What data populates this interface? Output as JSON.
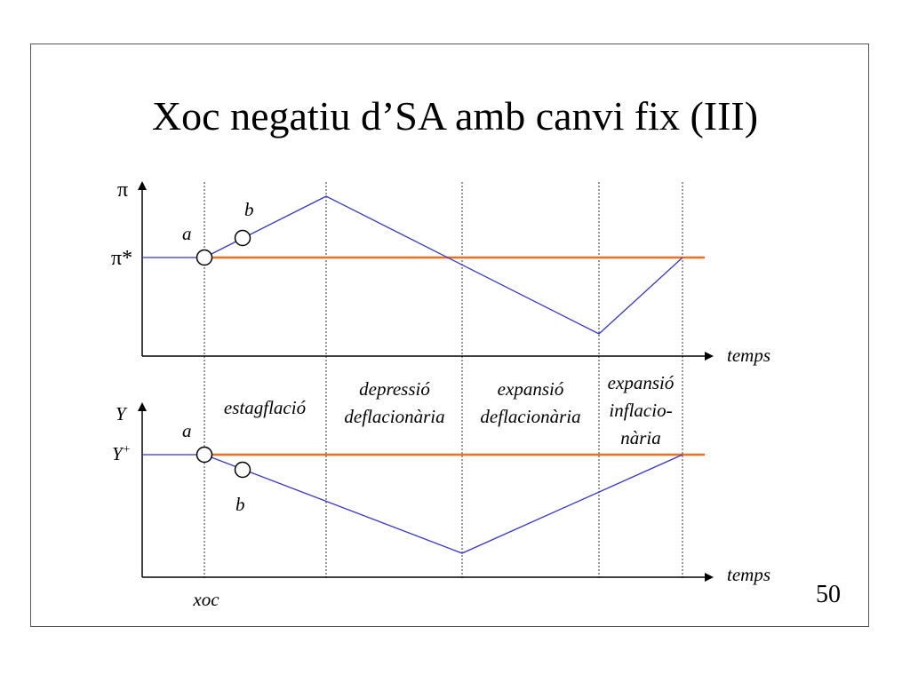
{
  "slide": {
    "title": "Xoc negatiu d’SA amb canvi fix (III)",
    "page_number": "50"
  },
  "top_panel": {
    "y_axis_label": "π",
    "level_label": "π*",
    "point_a": "a",
    "point_b": "b",
    "x_axis_label": "temps"
  },
  "bottom_panel": {
    "y_axis_label": "Y",
    "level_label": "Y",
    "level_label_superscript": "+",
    "point_a": "a",
    "point_b": "b",
    "x_axis_label": "temps",
    "shock_label": "xoc"
  },
  "phases": {
    "stagflation": "estagflació",
    "depression_line1": "depressió",
    "depression_line2": "deflacionària",
    "expansion_defl_line1": "expansió",
    "expansion_defl_line2": "deflacionària",
    "expansion_infl_line1": "expansió",
    "expansion_infl_line2": "inflacio-",
    "expansion_infl_line3": "nària"
  },
  "colors": {
    "path": "#3333cc",
    "target_level": "#f07020",
    "axes": "#000000",
    "phase_divider": "#333333"
  }
}
